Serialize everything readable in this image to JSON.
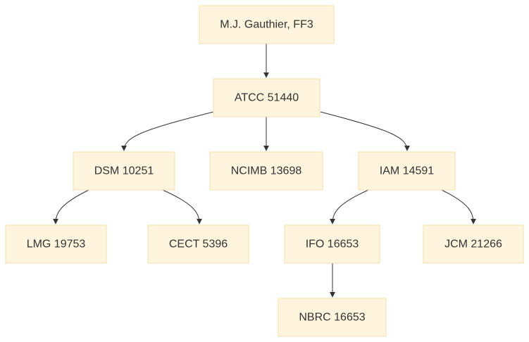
{
  "colors": {
    "node_fill": "#fff4dd",
    "node_border": "#f0dfa9",
    "edge": "#333333",
    "text": "#333333"
  },
  "nodes": [
    {
      "id": "n0",
      "label": "M.J. Gauthier, FF3"
    },
    {
      "id": "n1",
      "label": "ATCC 51440"
    },
    {
      "id": "n2",
      "label": "DSM 10251"
    },
    {
      "id": "n3",
      "label": "NCIMB 13698"
    },
    {
      "id": "n4",
      "label": "IAM 14591"
    },
    {
      "id": "n5",
      "label": "LMG 19753"
    },
    {
      "id": "n6",
      "label": "CECT 5396"
    },
    {
      "id": "n7",
      "label": "IFO 16653"
    },
    {
      "id": "n8",
      "label": "JCM 21266"
    },
    {
      "id": "n9",
      "label": "NBRC 16653"
    }
  ],
  "edges": [
    {
      "from": "n0",
      "to": "n1"
    },
    {
      "from": "n1",
      "to": "n2"
    },
    {
      "from": "n1",
      "to": "n3"
    },
    {
      "from": "n1",
      "to": "n4"
    },
    {
      "from": "n2",
      "to": "n5"
    },
    {
      "from": "n2",
      "to": "n6"
    },
    {
      "from": "n4",
      "to": "n7"
    },
    {
      "from": "n4",
      "to": "n8"
    },
    {
      "from": "n7",
      "to": "n9"
    }
  ]
}
